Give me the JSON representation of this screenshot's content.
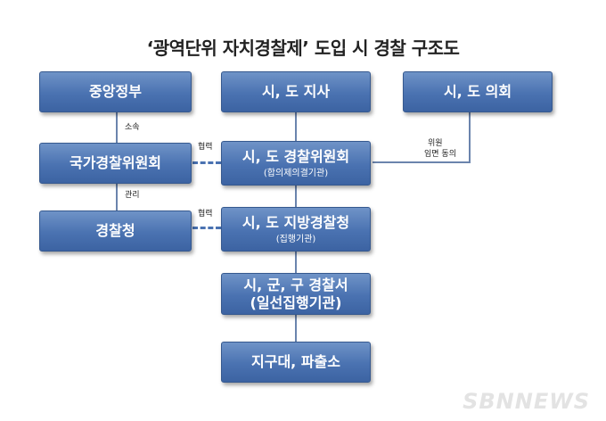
{
  "title": "‘광역단위 자치경찰제’ 도입 시 경찰 구조도",
  "nodes": {
    "central_gov": "중앙정부",
    "governor": "시, 도 지사",
    "council": "시, 도 의회",
    "national_police_commission": "국가경찰위원회",
    "city_police_commission": "시, 도 경찰위원회",
    "city_police_commission_sub": "(합의제의결기관)",
    "police_agency": "경찰청",
    "local_police_agency": "시, 도 지방경찰청",
    "local_police_agency_sub": "(집행기관)",
    "police_station": "시, 군, 구 경찰서",
    "police_station_sub": "(일선집행기관)",
    "police_box": "지구대, 파출소"
  },
  "edge_labels": {
    "affiliation": "소속",
    "management": "관리",
    "cooperation_1": "협력",
    "cooperation_2": "협력",
    "council_line1": "위원",
    "council_line2": "임면 동의"
  },
  "watermark": "SBNNEWS"
}
